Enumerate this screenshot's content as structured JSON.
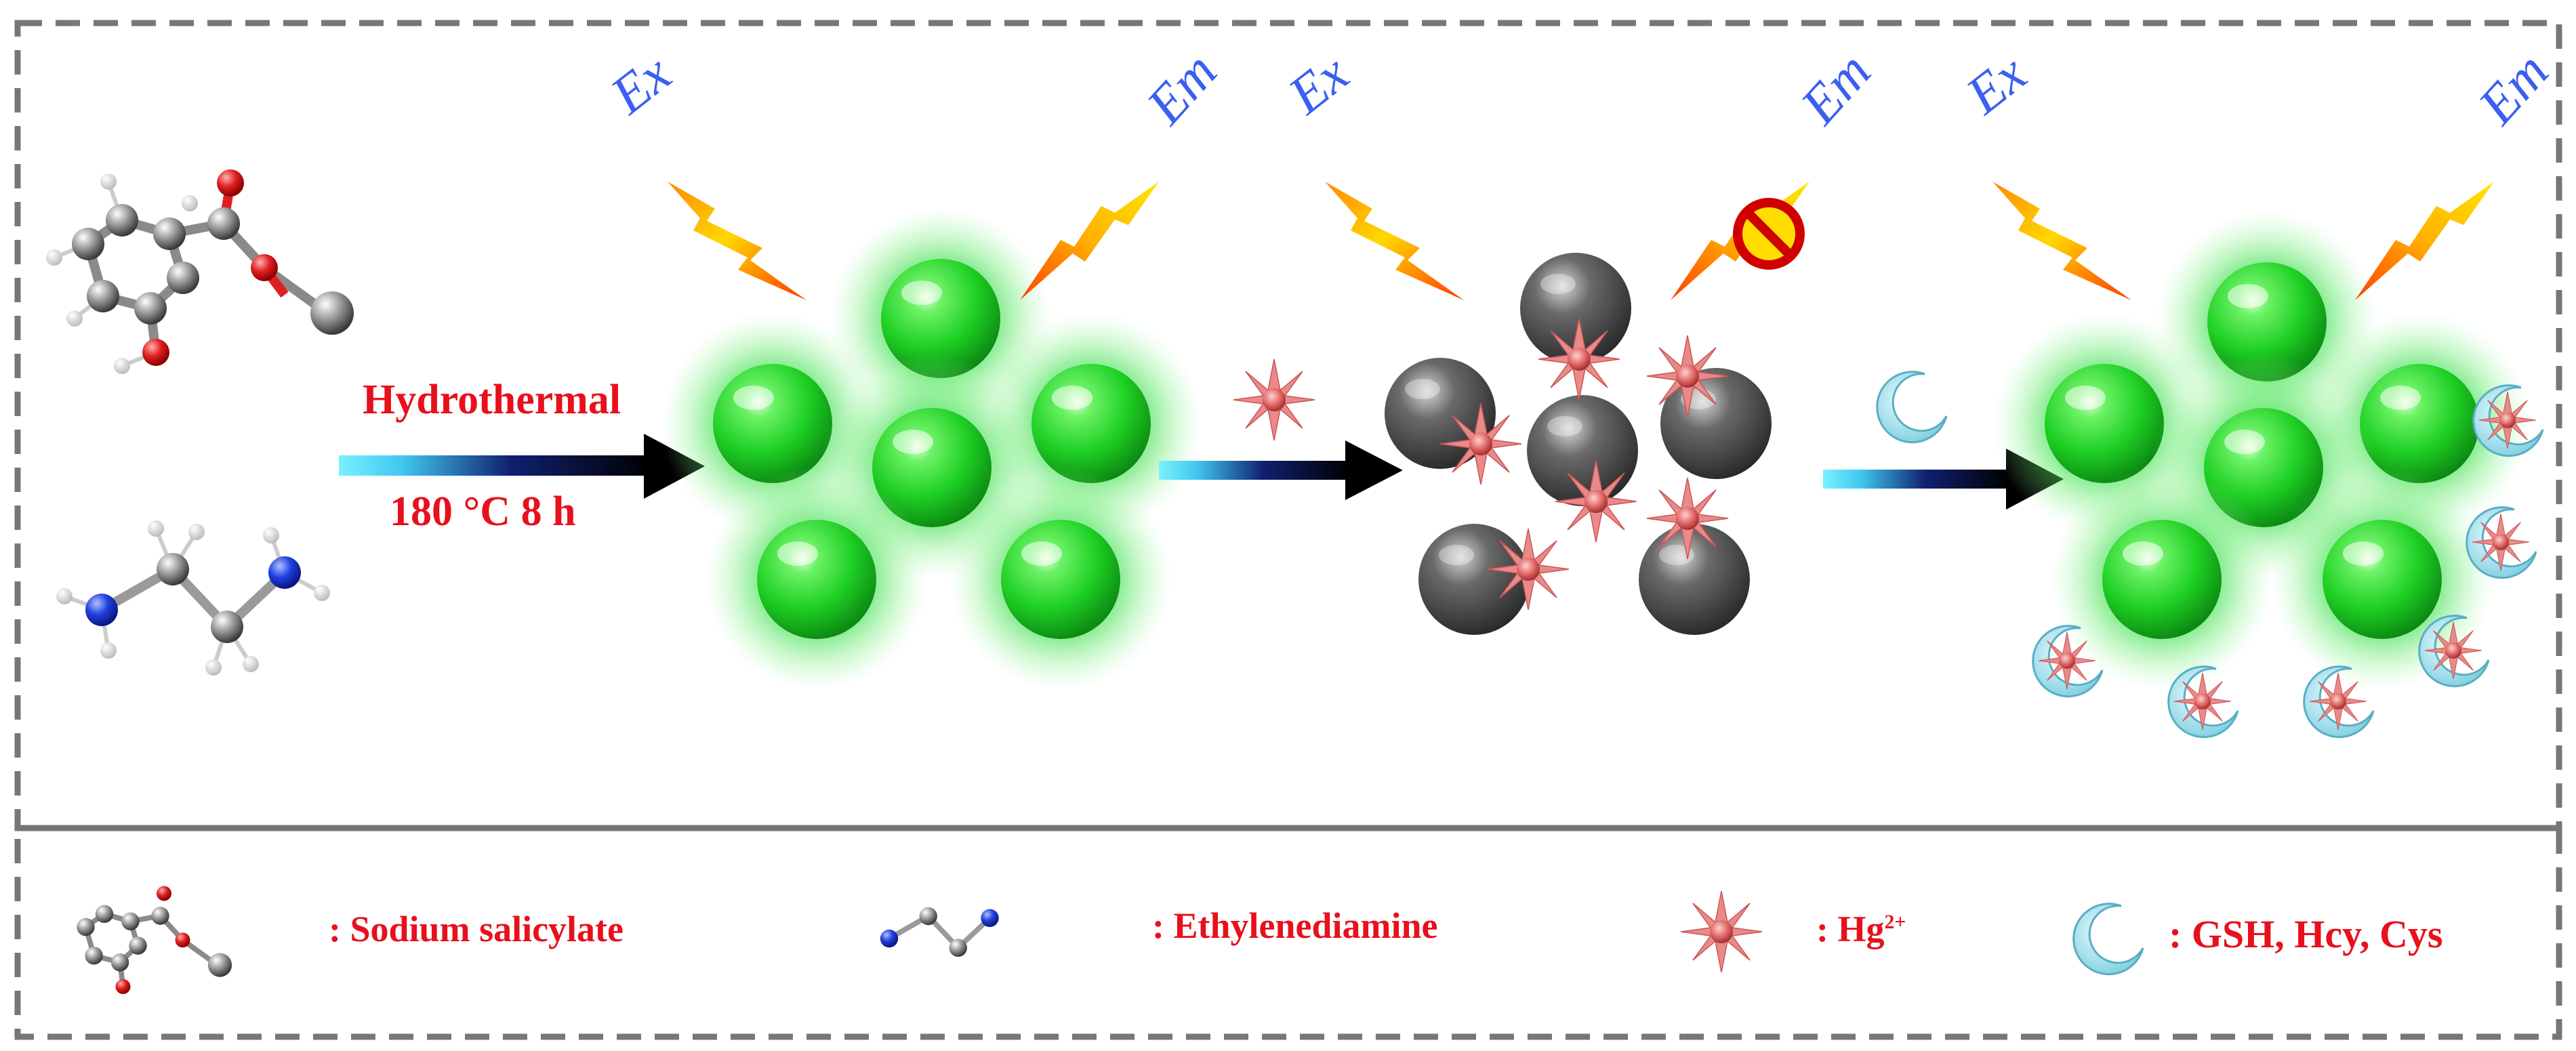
{
  "process": {
    "step1_label": "Hydrothermal",
    "step1_condition": "180 °C  8 h"
  },
  "light_labels": {
    "excitation": "Ex",
    "emission": "Em"
  },
  "legend": {
    "sodium_salicylate": ": Sodium salicylate",
    "ethylenediamine": ": Ethylenediamine",
    "hg_prefix": ": Hg",
    "hg_charge": "2+",
    "thiols": ": GSH, Hcy, Cys"
  },
  "colors": {
    "title_red": "#e8101c",
    "label_blue": "#3b5ff0",
    "dot_green": "#22d82a",
    "quenched_gray": "#5a5a5a",
    "hg_pink": "#e07070",
    "thiol_cyan": "#9fe0ee",
    "border_gray": "#777777"
  }
}
